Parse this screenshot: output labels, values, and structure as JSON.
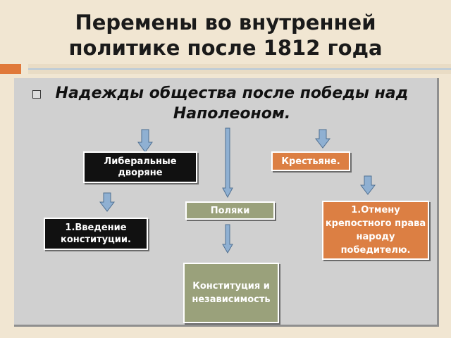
{
  "slide": {
    "title_line1": "Перемены во внутренней",
    "title_line2": "политике после 1812 года",
    "heading": "Надежды общества после победы над Наполеоном."
  },
  "nodes": {
    "liberal_nobles": "Либеральные дворяне",
    "peasants": "Крестьяне.",
    "poles": "Поляки",
    "constitution_intro": "1.Введение конституции.",
    "serfdom_abolition": "1.Отмену крепостного права народу победителю.",
    "constitution_independence": "Конституция и независимость"
  },
  "colors": {
    "accent_orange": "#dc7f43",
    "node_dark": "#111111",
    "node_olive": "#9aa17b",
    "arrow_blue": "#8fb0d2",
    "panel_gray": "#d0d0d0",
    "background": "#f1e6d2"
  }
}
